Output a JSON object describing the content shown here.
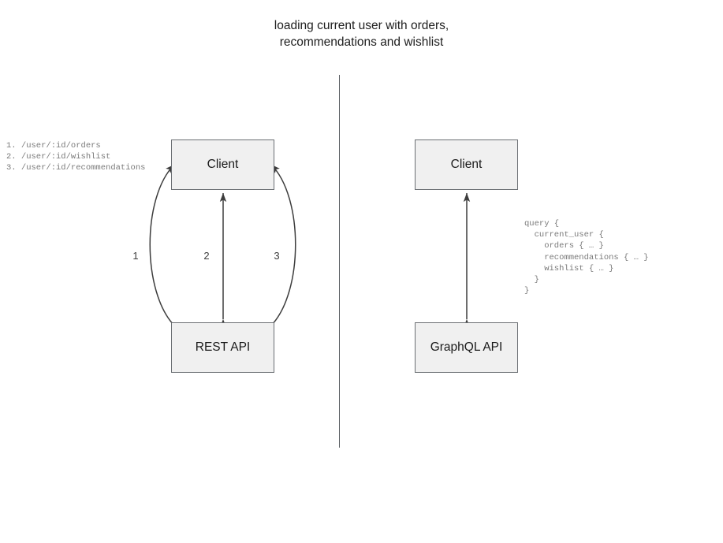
{
  "diagram": {
    "title": "loading current user with orders,\nrecommendations and wishlist",
    "divider": {
      "orientation": "vertical"
    },
    "colors": {
      "node_fill": "#f0f0f0",
      "node_border": "#6b6f73",
      "edge": "#3d3d3d",
      "code_text": "#7a7a7a",
      "title_text": "#202020",
      "background": "#ffffff"
    },
    "left_panel": {
      "nodes": [
        {
          "id": "client-rest",
          "label": "Client"
        },
        {
          "id": "rest-api",
          "label": "REST API"
        }
      ],
      "edges": [
        {
          "id": "edge-1",
          "label": "1",
          "shape": "curve-left",
          "arrows": "both"
        },
        {
          "id": "edge-2",
          "label": "2",
          "shape": "straight",
          "arrows": "both"
        },
        {
          "id": "edge-3",
          "label": "3",
          "shape": "curve-right",
          "arrows": "both"
        }
      ],
      "legend": "1. /user/:id/orders\n2. /user/:id/wishlist\n3. /user/:id/recommendations",
      "legend_items": [
        {
          "number": "1.",
          "path": "/user/:id/orders"
        },
        {
          "number": "2.",
          "path": "/user/:id/wishlist"
        },
        {
          "number": "3.",
          "path": "/user/:id/recommendations"
        }
      ]
    },
    "right_panel": {
      "nodes": [
        {
          "id": "client-gql",
          "label": "Client"
        },
        {
          "id": "graphql-api",
          "label": "GraphQL API"
        }
      ],
      "edges": [
        {
          "id": "edge-gql",
          "label": "",
          "shape": "straight",
          "arrows": "both"
        }
      ],
      "query": "query {\n  current_user {\n    orders { … }\n    recommendations { … }\n    wishlist { … }\n  }\n}",
      "query_lines": [
        "query {",
        "  current_user {",
        "    orders { … }",
        "    recommendations { … }",
        "    wishlist { … }",
        "  }",
        "}"
      ]
    }
  }
}
